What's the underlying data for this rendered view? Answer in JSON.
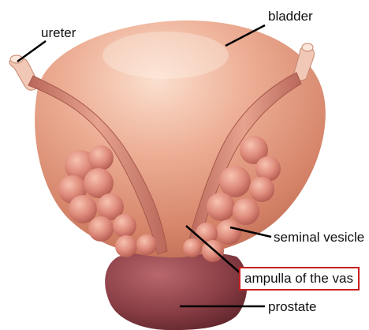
{
  "labels": {
    "ureter": "ureter",
    "bladder": "bladder",
    "seminal_vesicle": "seminal vesicle",
    "ampulla": "ampulla of the vas",
    "prostate": "prostate"
  },
  "colors": {
    "bladder": "#d98a6e",
    "bladder_highlight": "#f7d3bd",
    "ureter": "#f0c8b4",
    "vesicle": "#dd8a7c",
    "prostate": "#8a3e45",
    "ampulla_box": "#c81e1e",
    "leader_line": "#000000"
  }
}
